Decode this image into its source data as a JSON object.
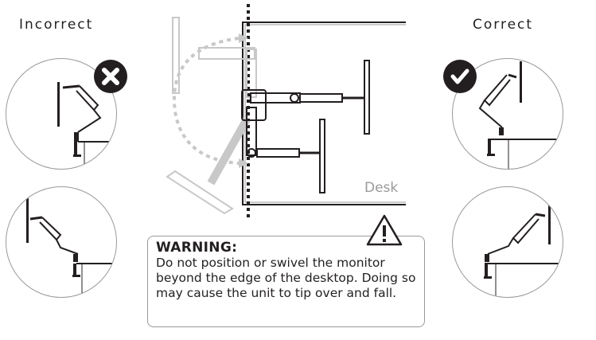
{
  "labels": {
    "incorrect": "Incorrect",
    "correct": "Correct",
    "desk": "Desk"
  },
  "warning": {
    "title": "WARNING:",
    "body": "Do not position or swivel the monitor beyond the edge of the desktop. Doing so may cause the unit to tip over and fall.",
    "icon": "warning-triangle-icon"
  },
  "icons": {
    "incorrect_badge": "x-mark-icon",
    "correct_badge": "check-mark-icon"
  },
  "colors": {
    "ink": "#231f20",
    "outline": "#9a9a9a",
    "ghost": "#c8c8c8"
  }
}
